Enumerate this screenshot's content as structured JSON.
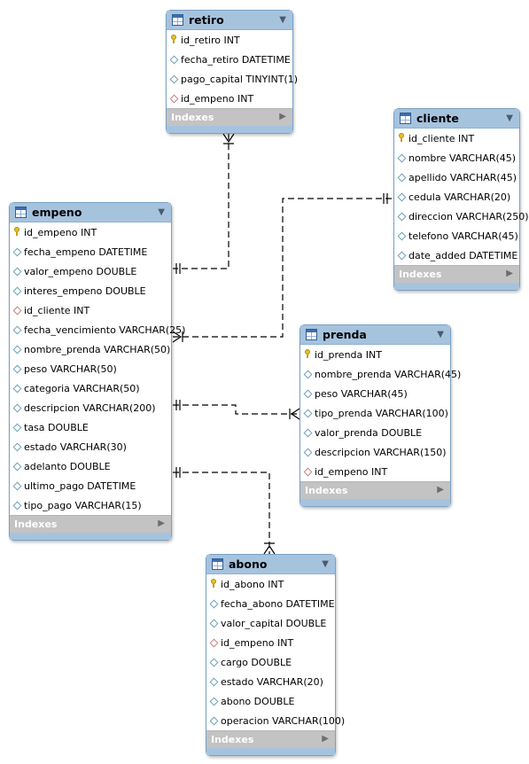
{
  "tables": {
    "retiro": {
      "name": "retiro",
      "columns": [
        {
          "label": "id_retiro INT",
          "kind": "pk"
        },
        {
          "label": "fecha_retiro DATETIME",
          "kind": "col"
        },
        {
          "label": "pago_capital TINYINT(1)",
          "kind": "col"
        },
        {
          "label": "id_empeno INT",
          "kind": "fk"
        }
      ],
      "footer": "Indexes"
    },
    "cliente": {
      "name": "cliente",
      "columns": [
        {
          "label": "id_cliente INT",
          "kind": "pk"
        },
        {
          "label": "nombre VARCHAR(45)",
          "kind": "col"
        },
        {
          "label": "apellido VARCHAR(45)",
          "kind": "col"
        },
        {
          "label": "cedula VARCHAR(20)",
          "kind": "col"
        },
        {
          "label": "direccion VARCHAR(250)",
          "kind": "col"
        },
        {
          "label": "telefono VARCHAR(45)",
          "kind": "col"
        },
        {
          "label": "date_added DATETIME",
          "kind": "col"
        }
      ],
      "footer": "Indexes"
    },
    "empeno": {
      "name": "empeno",
      "columns": [
        {
          "label": "id_empeno INT",
          "kind": "pk"
        },
        {
          "label": "fecha_empeno DATETIME",
          "kind": "col"
        },
        {
          "label": "valor_empeno DOUBLE",
          "kind": "col"
        },
        {
          "label": "interes_empeno DOUBLE",
          "kind": "col"
        },
        {
          "label": "id_cliente INT",
          "kind": "fk"
        },
        {
          "label": "fecha_vencimiento VARCHAR(25)",
          "kind": "col"
        },
        {
          "label": "nombre_prenda VARCHAR(50)",
          "kind": "col"
        },
        {
          "label": "peso VARCHAR(50)",
          "kind": "col"
        },
        {
          "label": "categoria VARCHAR(50)",
          "kind": "col"
        },
        {
          "label": "descripcion VARCHAR(200)",
          "kind": "col"
        },
        {
          "label": "tasa DOUBLE",
          "kind": "col"
        },
        {
          "label": "estado VARCHAR(30)",
          "kind": "col"
        },
        {
          "label": "adelanto DOUBLE",
          "kind": "col"
        },
        {
          "label": "ultimo_pago DATETIME",
          "kind": "col"
        },
        {
          "label": "tipo_pago VARCHAR(15)",
          "kind": "col"
        }
      ],
      "footer": "Indexes"
    },
    "prenda": {
      "name": "prenda",
      "columns": [
        {
          "label": "id_prenda INT",
          "kind": "pk"
        },
        {
          "label": "nombre_prenda VARCHAR(45)",
          "kind": "col"
        },
        {
          "label": "peso VARCHAR(45)",
          "kind": "col"
        },
        {
          "label": "tipo_prenda VARCHAR(100)",
          "kind": "col"
        },
        {
          "label": "valor_prenda DOUBLE",
          "kind": "col"
        },
        {
          "label": "descripcion VARCHAR(150)",
          "kind": "col"
        },
        {
          "label": "id_empeno INT",
          "kind": "fk"
        }
      ],
      "footer": "Indexes"
    },
    "abono": {
      "name": "abono",
      "columns": [
        {
          "label": "id_abono INT",
          "kind": "pk"
        },
        {
          "label": "fecha_abono DATETIME",
          "kind": "col"
        },
        {
          "label": "valor_capital DOUBLE",
          "kind": "col"
        },
        {
          "label": "id_empeno INT",
          "kind": "fk"
        },
        {
          "label": "cargo DOUBLE",
          "kind": "col"
        },
        {
          "label": "estado VARCHAR(20)",
          "kind": "col"
        },
        {
          "label": "abono DOUBLE",
          "kind": "col"
        },
        {
          "label": "operacion VARCHAR(100)",
          "kind": "col"
        }
      ],
      "footer": "Indexes"
    }
  },
  "relationships": [
    {
      "from": "retiro",
      "to": "empeno",
      "cardinality": "many-to-one"
    },
    {
      "from": "empeno",
      "to": "cliente",
      "cardinality": "many-to-one"
    },
    {
      "from": "prenda",
      "to": "empeno",
      "cardinality": "many-to-one"
    },
    {
      "from": "abono",
      "to": "empeno",
      "cardinality": "many-to-one"
    }
  ],
  "colors": {
    "header": "#a6c3de",
    "border": "#7aa1c4",
    "footer": "#c3c3c3",
    "line": "#000000"
  }
}
